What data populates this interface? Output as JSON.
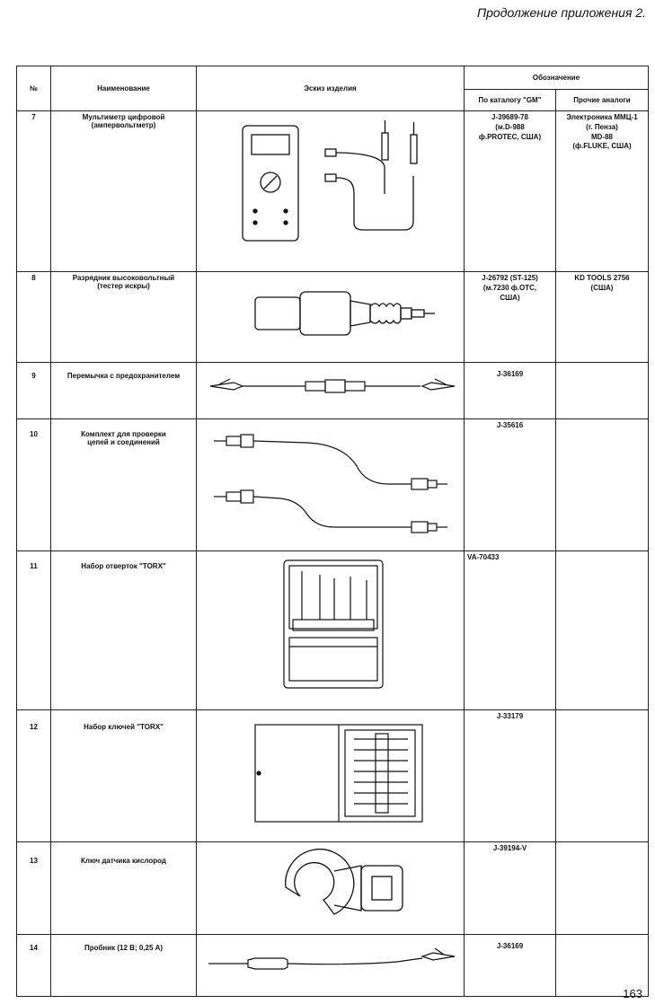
{
  "header_note": "Продолжение приложения 2.",
  "page_number": "163",
  "table": {
    "headers": {
      "num": "№",
      "name": "Наименование",
      "sketch": "Эскиз изделия",
      "designation": "Обозначение",
      "catalog": "По каталогу \"GM\"",
      "analogs": "Прочие аналоги"
    },
    "rows": [
      {
        "num": "7",
        "name": [
          "Мультиметр цифровой",
          "(ампервольтметр)"
        ],
        "catalog": [
          "J-39689-78",
          "(м.D-988",
          "ф.PROTEC, США)"
        ],
        "analogs": [
          "Электроника ММЦ-1",
          "(г. Пенза)",
          "MD-88",
          "(ф.FLUKE, США)"
        ]
      },
      {
        "num": "8",
        "name": [
          "Разрядник высоковольтный",
          "(тестер искры)"
        ],
        "catalog": [
          "J-26792 (ST-125)",
          "(м.7230 ф.OTC,",
          "США)"
        ],
        "analogs": [
          "KD TOOLS 2756",
          "(США)"
        ]
      },
      {
        "num": "9",
        "name": [
          "Перемычка с предохранителем"
        ],
        "catalog": [
          "J-36169"
        ],
        "analogs": []
      },
      {
        "num": "10",
        "name": [
          "Комплект для проверки",
          "цепей и соединений"
        ],
        "catalog": [
          "J-35616"
        ],
        "analogs": []
      },
      {
        "num": "11",
        "name": [
          "Набор отверток \"TORX\""
        ],
        "catalog": [
          "VA-70433"
        ],
        "analogs": []
      },
      {
        "num": "12",
        "name": [
          "Набор ключей \"TORX\""
        ],
        "catalog": [
          "J-33179"
        ],
        "analogs": []
      },
      {
        "num": "13",
        "name": [
          "Ключ датчика кислород"
        ],
        "catalog": [
          "J-39194-V"
        ],
        "analogs": []
      },
      {
        "num": "14",
        "name": [
          "Пробник (12 В; 0,25 А)"
        ],
        "catalog": [
          "J-36169"
        ],
        "analogs": []
      }
    ]
  }
}
